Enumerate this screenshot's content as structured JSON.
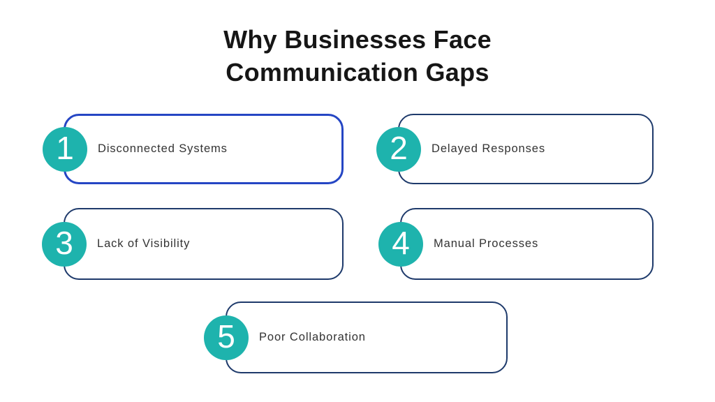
{
  "title": {
    "line1": "Why Businesses Face",
    "line2": "Communication Gaps"
  },
  "items": [
    {
      "number": "1",
      "label": "Disconnected Systems"
    },
    {
      "number": "2",
      "label": "Delayed Responses"
    },
    {
      "number": "3",
      "label": "Lack of Visibility"
    },
    {
      "number": "4",
      "label": "Manual Processes"
    },
    {
      "number": "5",
      "label": "Poor Collaboration"
    }
  ],
  "colors": {
    "background": "#ffffff",
    "circle": "#1eb3ad",
    "card_border": "#1e3a6b",
    "card_border_primary": "#2546c4",
    "title": "#161616",
    "label": "#333333",
    "number_text": "#ffffff"
  }
}
